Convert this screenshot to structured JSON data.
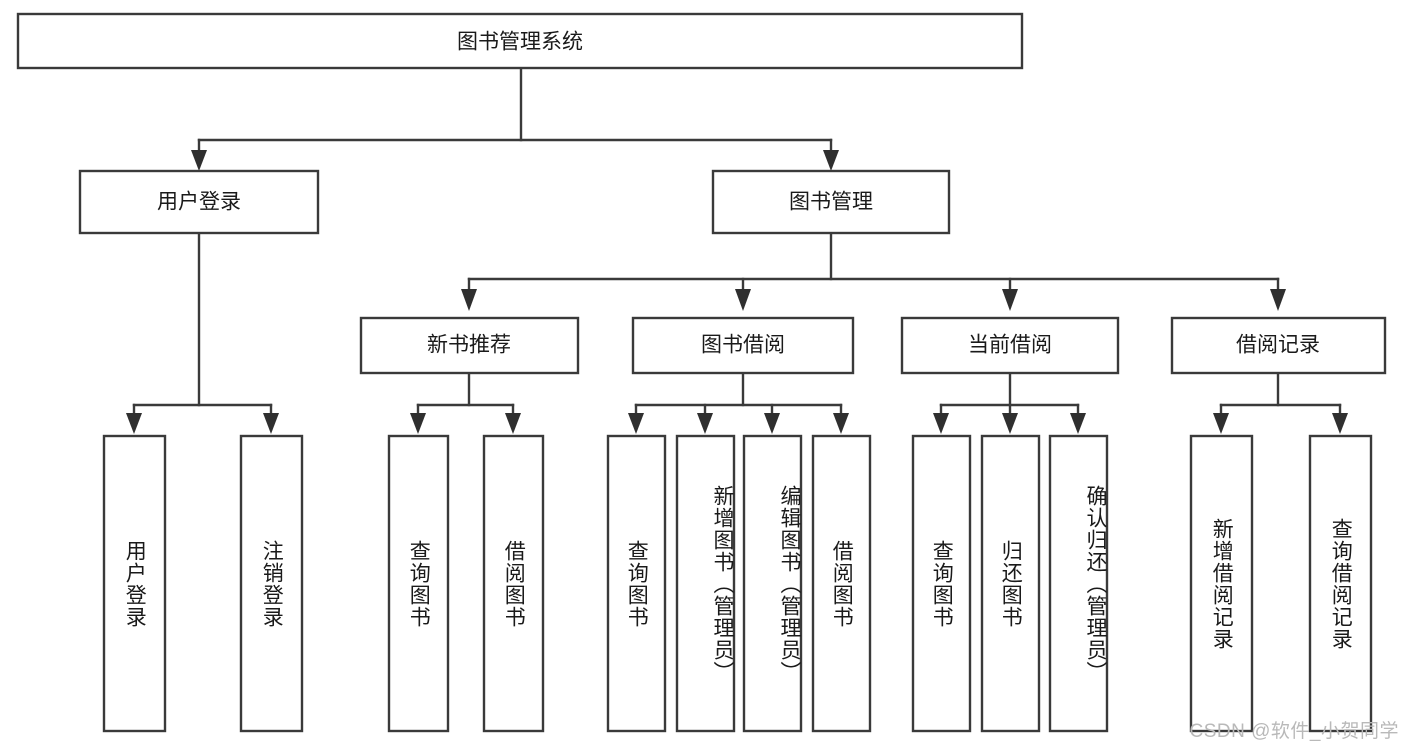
{
  "diagram": {
    "type": "hierarchy-tree",
    "title": "图书管理系统",
    "watermark": "CSDN @软件_小贺同学",
    "colors": {
      "stroke": "#3a3a3a",
      "fill": "#ffffff",
      "text": "#1a1a1a",
      "watermark": "#b9b9b9",
      "background": "#ffffff"
    },
    "root": {
      "label": "图书管理系统"
    },
    "level2": [
      {
        "label": "用户登录"
      },
      {
        "label": "图书管理"
      }
    ],
    "level3": [
      {
        "label": "新书推荐"
      },
      {
        "label": "图书借阅"
      },
      {
        "label": "当前借阅"
      },
      {
        "label": "借阅记录"
      }
    ],
    "leaves": {
      "user_login": [
        {
          "label": "用户登录"
        },
        {
          "label": "注销登录"
        }
      ],
      "new_book_recommend": [
        {
          "label": "查询图书"
        },
        {
          "label": "借阅图书"
        }
      ],
      "book_borrow": [
        {
          "label": "查询图书"
        },
        {
          "label": "新增图书（管理员）"
        },
        {
          "label": "编辑图书（管理员）"
        },
        {
          "label": "借阅图书"
        }
      ],
      "current_borrow": [
        {
          "label": "查询图书"
        },
        {
          "label": "归还图书"
        },
        {
          "label": "确认归还（管理员）"
        }
      ],
      "borrow_record": [
        {
          "label": "新增借阅记录"
        },
        {
          "label": "查询借阅记录"
        }
      ]
    }
  }
}
